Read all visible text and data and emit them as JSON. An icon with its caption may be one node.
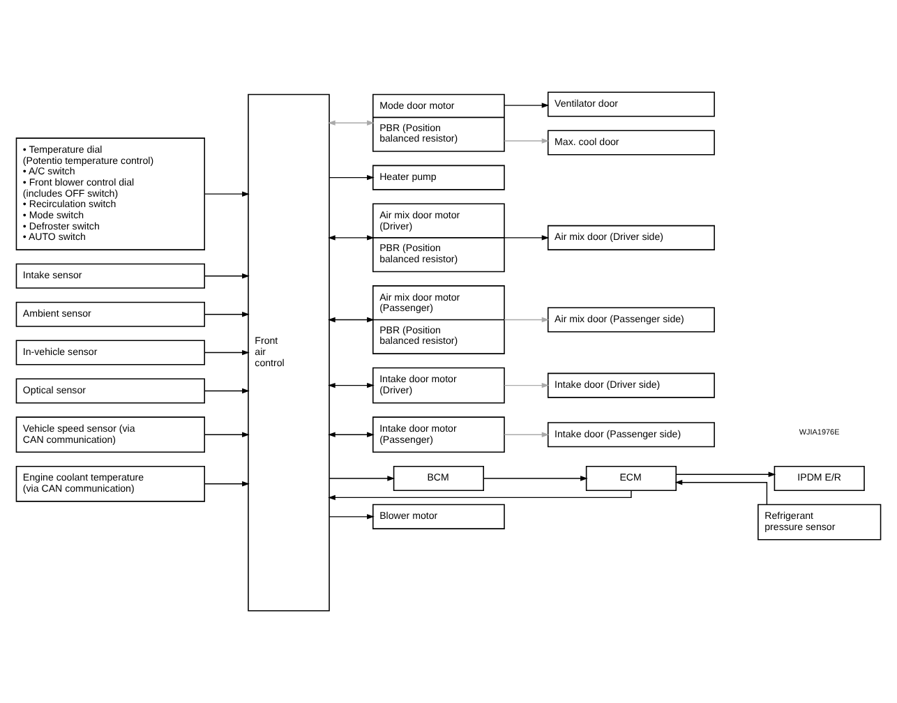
{
  "diagram": {
    "nodes": [
      {
        "text": [
          "• Temperature dial (Potentio temperature control)",
          "• A/C switch",
          "• Front blower control dial (includes OFF switch)",
          "• Recirculation switch",
          "• Mode switch",
          "• Defroster switch",
          "• AUTO switch"
        ]
      },
      {
        "text": [
          "Intake sensor"
        ]
      },
      {
        "text": [
          "Ambient sensor"
        ]
      },
      {
        "text": [
          "In-vehicle sensor"
        ]
      },
      {
        "text": [
          "Optical sensor"
        ]
      },
      {
        "text": [
          "Vehicle speed sensor (via CAN communication)"
        ]
      },
      {
        "text": [
          "Engine coolant temperature (via CAN communication)"
        ]
      },
      {
        "text": [
          "Front air control"
        ]
      },
      {
        "text": [
          "Mode door motor",
          "PBR (Position balanced resistor)"
        ]
      },
      {
        "text": [
          "Ventilator door"
        ]
      },
      {
        "text": [
          "Max. cool door"
        ]
      },
      {
        "text": [
          "Heater pump"
        ]
      },
      {
        "text": [
          "Air mix door motor (Driver)",
          "PBR (Position balanced resistor)"
        ]
      },
      {
        "text": [
          "Air mix door (Driver side)"
        ]
      },
      {
        "text": [
          "Air mix door motor (Passenger)",
          "PBR (Position balanced resistor)"
        ]
      },
      {
        "text": [
          "Air mix door (Passenger side)"
        ]
      },
      {
        "text": [
          "Intake door motor (Driver)"
        ]
      },
      {
        "text": [
          "Intake door (Driver side)"
        ]
      },
      {
        "text": [
          "Intake door motor (Passenger)"
        ]
      },
      {
        "text": [
          "Intake door (Passenger side)"
        ]
      },
      {
        "text": [
          "BCM"
        ]
      },
      {
        "text": [
          "ECM"
        ]
      },
      {
        "text": [
          "IPDM E/R"
        ]
      },
      {
        "text": [
          "Blower motor"
        ]
      },
      {
        "text": [
          "Refrigerant pressure sensor"
        ]
      }
    ],
    "edges": [
      {
        "from": 0,
        "to": 7,
        "arrow": "to"
      },
      {
        "from": 1,
        "to": 7,
        "arrow": "to"
      },
      {
        "from": 2,
        "to": 7,
        "arrow": "to"
      },
      {
        "from": 3,
        "to": 7,
        "arrow": "to"
      },
      {
        "from": 4,
        "to": 7,
        "arrow": "to"
      },
      {
        "from": 5,
        "to": 7,
        "arrow": "to"
      },
      {
        "from": 6,
        "to": 7,
        "arrow": "to"
      },
      {
        "from": 7,
        "to": 8,
        "arrow": "both",
        "color": "#aaaaaa"
      },
      {
        "from": 8,
        "to": 9,
        "arrow": "to"
      },
      {
        "from": 8,
        "to": 10,
        "arrow": "to",
        "color": "#aaaaaa"
      },
      {
        "from": 7,
        "to": 11,
        "arrow": "to"
      },
      {
        "from": 7,
        "to": 12,
        "arrow": "both"
      },
      {
        "from": 12,
        "to": 13,
        "arrow": "to"
      },
      {
        "from": 7,
        "to": 14,
        "arrow": "both"
      },
      {
        "from": 14,
        "to": 15,
        "arrow": "to",
        "color": "#aaaaaa"
      },
      {
        "from": 7,
        "to": 16,
        "arrow": "both"
      },
      {
        "from": 16,
        "to": 17,
        "arrow": "to",
        "color": "#aaaaaa"
      },
      {
        "from": 7,
        "to": 18,
        "arrow": "both"
      },
      {
        "from": 18,
        "to": 19,
        "arrow": "to",
        "color": "#aaaaaa"
      },
      {
        "from": 7,
        "to": 20,
        "arrow": "to"
      },
      {
        "from": 20,
        "to": 21,
        "arrow": "to"
      },
      {
        "from": 21,
        "to": 22,
        "arrow": "to"
      },
      {
        "from": 7,
        "to": 23,
        "arrow": "to"
      },
      {
        "from": 21,
        "to": 7,
        "arrow": "to"
      },
      {
        "from": 24,
        "to": 21,
        "arrow": "to"
      }
    ],
    "labels": [
      "WJIA1976E"
    ]
  }
}
